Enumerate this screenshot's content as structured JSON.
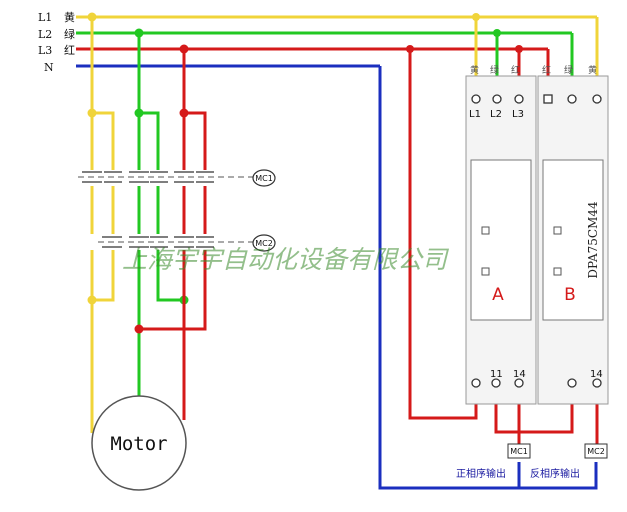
{
  "lines": [
    {
      "name": "L1",
      "color_label": "黄",
      "color": "#f0d43a"
    },
    {
      "name": "L2",
      "color_label": "绿",
      "color": "#22c822"
    },
    {
      "name": "L3",
      "color_label": "红",
      "color": "#d51a1a"
    },
    {
      "name": "N",
      "color_label": "",
      "color": "#1b2fbf"
    }
  ],
  "motor": {
    "label": "Motor"
  },
  "contactors": {
    "mc1": "MC1",
    "mc2": "MC2"
  },
  "module": {
    "model": "DPA75CM44",
    "unit_a": "A",
    "unit_b": "B",
    "top_color_labels_left": [
      "黄",
      "绿",
      "红"
    ],
    "top_color_labels_right": [
      "红",
      "绿",
      "黄"
    ],
    "top_terminals": [
      "L1",
      "L2",
      "L3"
    ],
    "bottom_terminals_left": [
      "11",
      "14"
    ],
    "bottom_terminals_right": [
      "14"
    ]
  },
  "outputs": {
    "mc1": "MC1",
    "mc2": "MC2",
    "forward": "正相序输出",
    "reverse": "反相序输出"
  },
  "watermark": "上海宇宇自动化设备有限公司"
}
